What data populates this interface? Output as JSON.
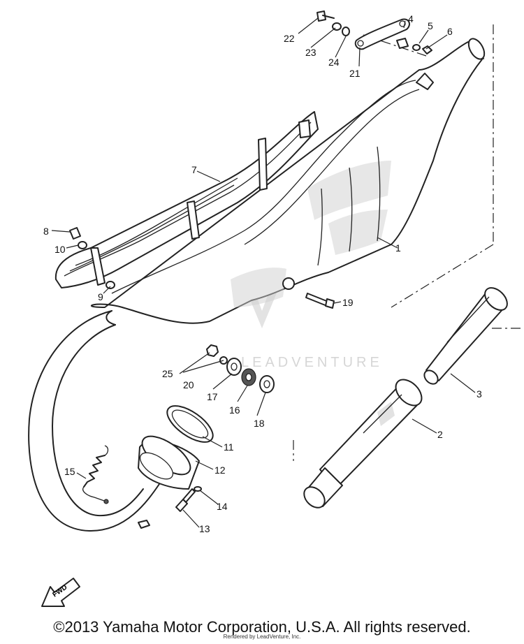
{
  "diagram": {
    "parts": [
      {
        "id": "p1",
        "label": "1"
      },
      {
        "id": "p2",
        "label": "2"
      },
      {
        "id": "p3",
        "label": "3"
      },
      {
        "id": "p4",
        "label": "4"
      },
      {
        "id": "p5",
        "label": "5"
      },
      {
        "id": "p6",
        "label": "6"
      },
      {
        "id": "p7",
        "label": "7"
      },
      {
        "id": "p8",
        "label": "8"
      },
      {
        "id": "p9",
        "label": "9"
      },
      {
        "id": "p10",
        "label": "10"
      },
      {
        "id": "p11",
        "label": "11"
      },
      {
        "id": "p12",
        "label": "12"
      },
      {
        "id": "p13",
        "label": "13"
      },
      {
        "id": "p14",
        "label": "14"
      },
      {
        "id": "p15",
        "label": "15"
      },
      {
        "id": "p16",
        "label": "16"
      },
      {
        "id": "p17",
        "label": "17"
      },
      {
        "id": "p18",
        "label": "18"
      },
      {
        "id": "p19",
        "label": "19"
      },
      {
        "id": "p20",
        "label": "20"
      },
      {
        "id": "p21",
        "label": "21"
      },
      {
        "id": "p22",
        "label": "22"
      },
      {
        "id": "p23",
        "label": "23"
      },
      {
        "id": "p24",
        "label": "24"
      },
      {
        "id": "p25",
        "label": "25"
      }
    ],
    "direction_marker": "FWD",
    "watermark": "LEADVENTURE"
  },
  "footer": {
    "copyright": "©2013 Yamaha Motor Corporation, U.S.A. All rights reserved.",
    "rendered_by": "Rendered by LeadVenture, Inc."
  }
}
